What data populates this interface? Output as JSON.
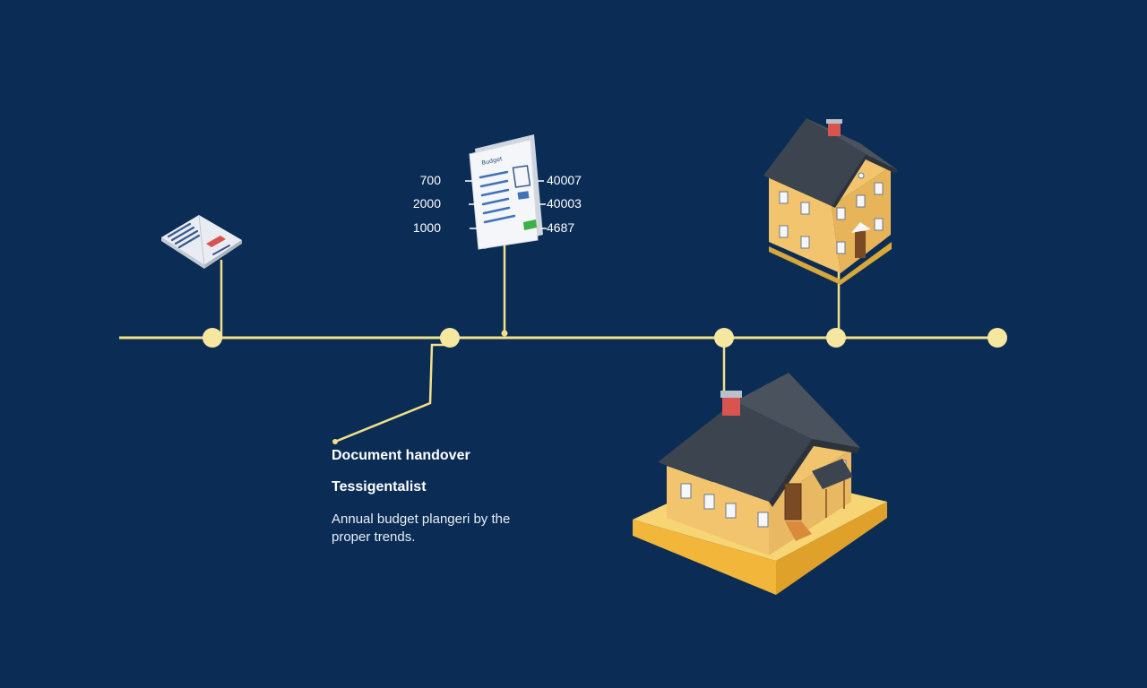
{
  "colors": {
    "background": "#0b2d55",
    "timeline": "#f2e08a",
    "node": "#f6e7a0",
    "house_wall": "#f2c46d",
    "house_roof": "#3c4450",
    "house_base": "#f5c84a",
    "chimney": "#d9534f",
    "text": "#ffffff"
  },
  "timeline": {
    "nodes": [
      "node-1",
      "node-2",
      "node-3",
      "node-4",
      "node-5"
    ]
  },
  "icons": {
    "open_book": "open-book-icon",
    "budget_document": "budget-document-icon",
    "small_house": "two-story-house-icon",
    "large_house": "bungalow-house-icon"
  },
  "document": {
    "header": "Budget",
    "left_values": [
      "700",
      "2000",
      "1000"
    ],
    "right_values": [
      "40007",
      "40003",
      "4687"
    ]
  },
  "callout": {
    "title": "Document handover",
    "subtitle": "Tessigentalist",
    "description": "Annual budget plangeri by the proper trends."
  }
}
